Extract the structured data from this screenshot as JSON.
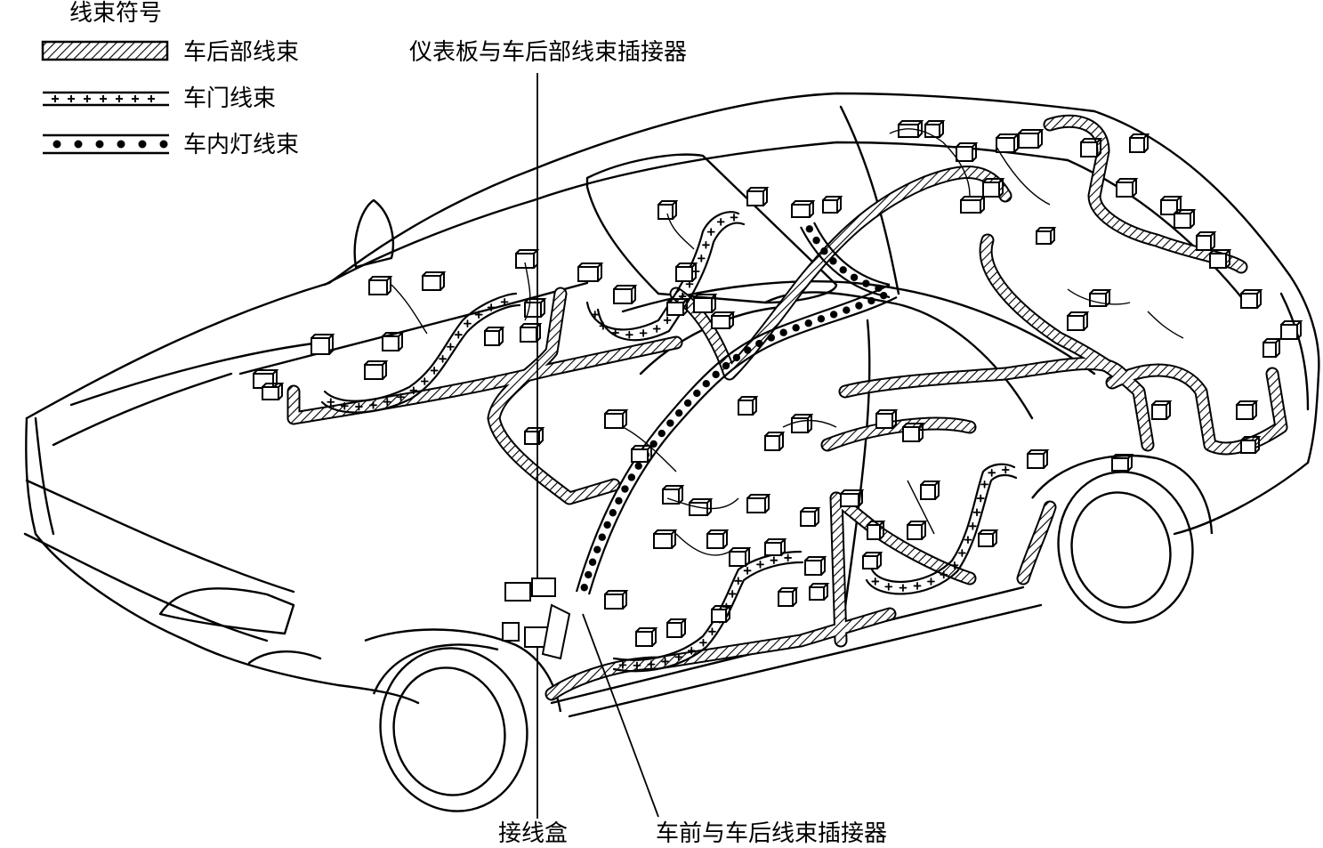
{
  "legend": {
    "title": "线束符号",
    "items": [
      {
        "id": "rear",
        "label": "车后部线束",
        "pattern": "hatched"
      },
      {
        "id": "door",
        "label": "车门线束",
        "pattern": "plus"
      },
      {
        "id": "lamp",
        "label": "车内灯线束",
        "pattern": "dots"
      }
    ]
  },
  "callouts": {
    "dashboard_connector": "仪表板与车后部线束插接器",
    "junction_box": "接线盒",
    "front_rear_connector": "车前与车后线束插接器"
  },
  "colors": {
    "line": "#000000",
    "background": "#ffffff"
  }
}
